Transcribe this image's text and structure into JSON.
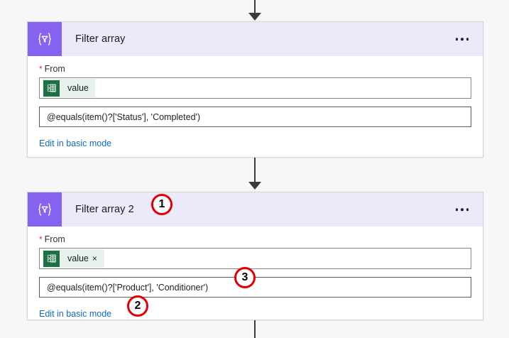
{
  "app": {
    "background_color": "#f7f7f7",
    "accent_purple": "#8562f0",
    "header_purple": "#ece9fb",
    "link_blue": "#0f6cbd",
    "excel_green": "#1e7145",
    "annotation_red": "#e00000"
  },
  "connectors": [
    {
      "name": "arrow-top",
      "direction": "down",
      "has_head": true
    },
    {
      "name": "arrow-between-cards",
      "direction": "down",
      "has_head": true
    },
    {
      "name": "line-bottom",
      "direction": "down",
      "has_head": false
    }
  ],
  "cards": [
    {
      "id": "filter-array-1",
      "title": "Filter array",
      "icon_name": "filter-array-icon",
      "menu_label": "...",
      "field_label": "From",
      "required": true,
      "required_marker": "*",
      "token": {
        "label": "value",
        "icon_name": "excel-icon",
        "removable": false,
        "remove_label": "×"
      },
      "expression": "@equals(item()?['Status'], 'Completed')",
      "link_label": "Edit in basic mode"
    },
    {
      "id": "filter-array-2",
      "title": "Filter array 2",
      "icon_name": "filter-array-icon",
      "menu_label": "...",
      "field_label": "From",
      "required": true,
      "required_marker": "*",
      "token": {
        "label": "value",
        "icon_name": "excel-icon",
        "removable": true,
        "remove_label": "×"
      },
      "expression": "@equals(item()?['Product'], 'Conditioner')",
      "link_label": "Edit in basic mode"
    }
  ],
  "annotations": [
    {
      "id": "badge-1",
      "number": "1",
      "target": "filter-array-2-title"
    },
    {
      "id": "badge-2",
      "number": "2",
      "target": "filter-array-2-basic-mode-link"
    },
    {
      "id": "badge-3",
      "number": "3",
      "target": "filter-array-2-expression"
    }
  ]
}
